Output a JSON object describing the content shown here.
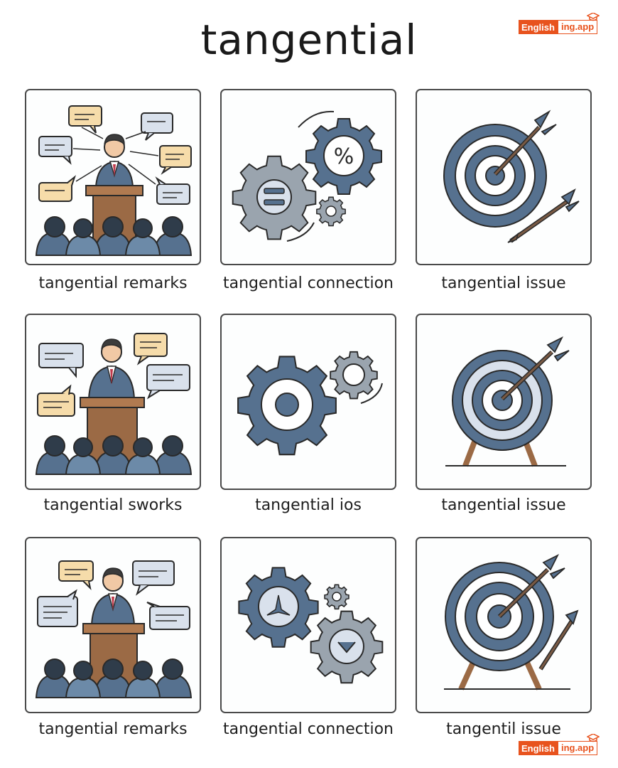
{
  "title": "tangential",
  "logo": {
    "part1": "English",
    "part2": "ing.app"
  },
  "colors": {
    "steel_blue": "#56718f",
    "light_blue": "#d9e1ec",
    "gray": "#9aa4ae",
    "wood": "#9b6a45",
    "cream": "#f6dcaa",
    "brand": "#e8531e"
  },
  "cards": [
    {
      "caption": "tangential remarks",
      "icon": "speaker-podium-icon"
    },
    {
      "caption": "tangential connection",
      "icon": "gears-icon"
    },
    {
      "caption": "tangential issue",
      "icon": "target-arrow-icon"
    },
    {
      "caption": "tangential sworks",
      "icon": "speaker-podium-icon"
    },
    {
      "caption": "tangential ios",
      "icon": "gears-icon"
    },
    {
      "caption": "tangential issue",
      "icon": "target-arrow-icon"
    },
    {
      "caption": "tangential remarks",
      "icon": "speaker-podium-icon"
    },
    {
      "caption": "tangential connection",
      "icon": "gears-icon"
    },
    {
      "caption": "tangentil issue",
      "icon": "target-arrow-icon"
    }
  ]
}
